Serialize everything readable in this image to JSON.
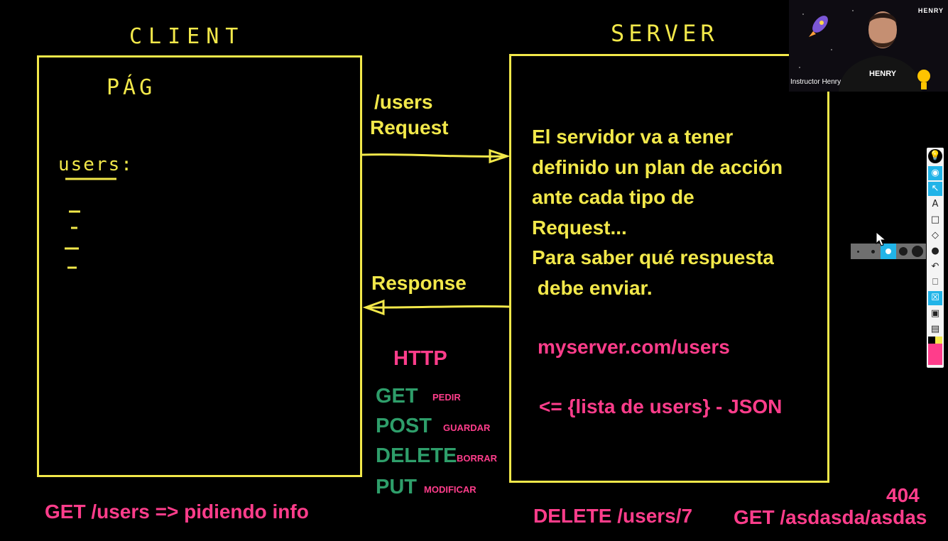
{
  "whiteboard": {
    "client_title": "CLIENT",
    "client_page_label": "PÁG",
    "client_users_label": "users:",
    "server_title": "SERVER",
    "arrow_request_path": "/users",
    "arrow_request_label": "Request",
    "arrow_response_label": "Response",
    "server_text_lines": [
      "El servidor va a tener",
      "definido un plan de acción",
      "ante cada tipo de",
      "Request...",
      "Para saber qué respuesta",
      " debe enviar."
    ],
    "server_url": "myserver.com/users",
    "server_json": "<= {lista de users} - JSON",
    "http_title": "HTTP",
    "methods": [
      {
        "name": "GET",
        "meaning": "PEDIR"
      },
      {
        "name": "POST",
        "meaning": "GUARDAR"
      },
      {
        "name": "DELETE",
        "meaning": "BORRAR"
      },
      {
        "name": "PUT",
        "meaning": "MODIFICAR"
      }
    ],
    "bottom_get": "GET /users => pidiendo info",
    "bottom_delete": "DELETE /users/7",
    "bottom_404_code": "404",
    "bottom_404_path": "GET /asdasda/asdas"
  },
  "webcam": {
    "name_label": "Instructor Henry",
    "brand_top": "HENRY",
    "shirt_text": "HENRY"
  },
  "toolbar_icons": [
    "lightbulb-icon",
    "eye-icon",
    "cursor-icon",
    "text-icon",
    "rectangle-icon",
    "eraser-icon",
    "dot-icon",
    "undo-icon",
    "trash-icon",
    "clear-icon",
    "camera-icon",
    "clipboard-icon",
    "color-swatch-icon"
  ],
  "colors": {
    "ink_yellow": "#f2e84a",
    "ink_pink": "#ff3d8b",
    "ink_green": "#2e9e6a",
    "tool_active": "#21b4e8"
  }
}
